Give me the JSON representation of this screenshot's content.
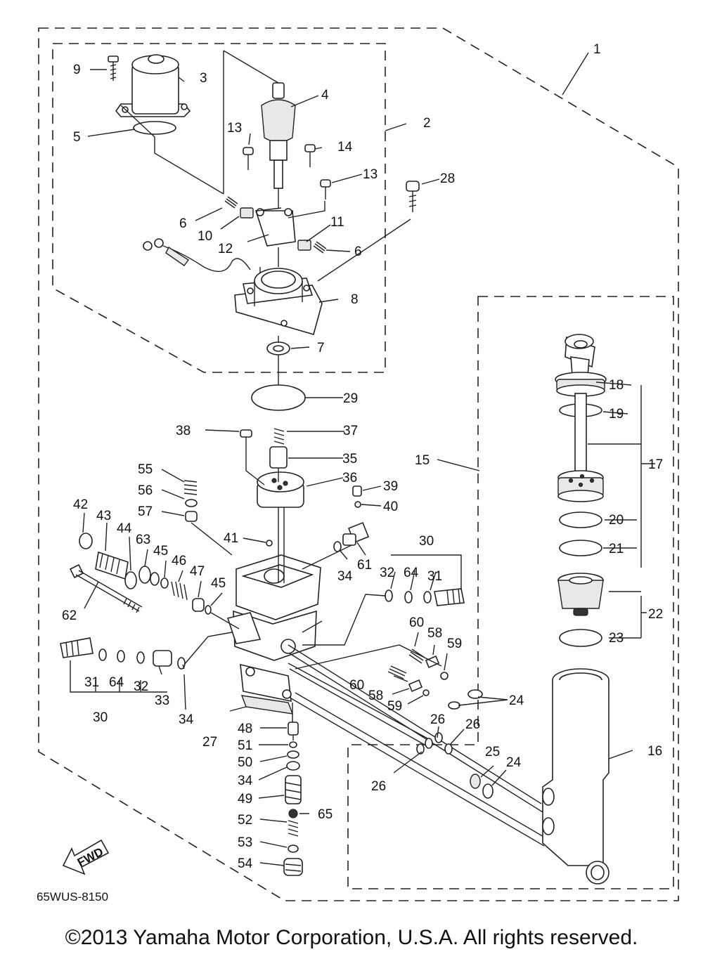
{
  "diagram": {
    "code": "65WUS-8150",
    "fwd_label": "FWD",
    "copyright": "©2013 Yamaha Motor Corporation, U.S.A. All rights reserved.",
    "callouts": {
      "n1": "1",
      "n2": "2",
      "n3": "3",
      "n4": "4",
      "n5": "5",
      "n6a": "6",
      "n6b": "6",
      "n7": "7",
      "n8": "8",
      "n9": "9",
      "n10": "10",
      "n11": "11",
      "n12": "12",
      "n13a": "13",
      "n13b": "13",
      "n14": "14",
      "n15": "15",
      "n16": "16",
      "n17": "17",
      "n18": "18",
      "n19": "19",
      "n20": "20",
      "n21": "21",
      "n22": "22",
      "n23": "23",
      "n24a": "24",
      "n24b": "24",
      "n25": "25",
      "n26a": "26",
      "n26b": "26",
      "n26c": "26",
      "n27": "27",
      "n28": "28",
      "n29": "29",
      "n30a": "30",
      "n30b": "30",
      "n31a": "31",
      "n31b": "31",
      "n32a": "32",
      "n32b": "32",
      "n33": "33",
      "n34a": "34",
      "n34b": "34",
      "n34c": "34",
      "n35": "35",
      "n36": "36",
      "n37": "37",
      "n38": "38",
      "n39": "39",
      "n40": "40",
      "n41": "41",
      "n42": "42",
      "n43": "43",
      "n44": "44",
      "n45a": "45",
      "n45b": "45",
      "n46": "46",
      "n47": "47",
      "n48": "48",
      "n49": "49",
      "n50": "50",
      "n51": "51",
      "n52": "52",
      "n53": "53",
      "n54": "54",
      "n55": "55",
      "n56": "56",
      "n57": "57",
      "n58a": "58",
      "n58b": "58",
      "n59a": "59",
      "n59b": "59",
      "n60a": "60",
      "n60b": "60",
      "n61": "61",
      "n62": "62",
      "n63": "63",
      "n64a": "64",
      "n64b": "64",
      "n65": "65"
    }
  }
}
